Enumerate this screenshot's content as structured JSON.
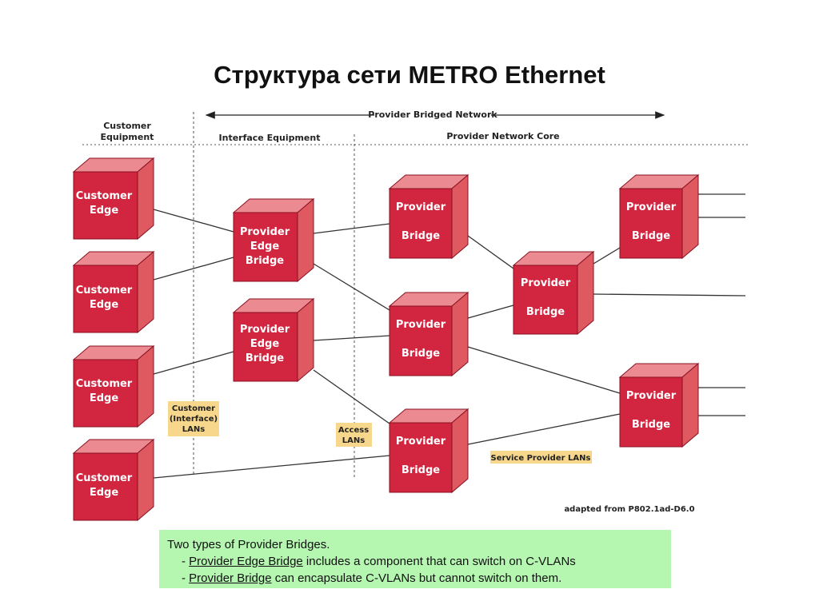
{
  "title": "Структура сети METRO Ethernet",
  "zones": {
    "customer_equipment": [
      "Customer",
      "Equipment"
    ],
    "interface_equipment": "Interface Equipment",
    "provider_bridged_network": "Provider Bridged Network",
    "provider_network_core": "Provider Network Core"
  },
  "nodes": {
    "customer_edge": [
      "Customer",
      "Edge"
    ],
    "provider_edge_bridge": [
      "Provider",
      "Edge",
      "Bridge"
    ],
    "provider_bridge": [
      "Provider",
      "Bridge"
    ]
  },
  "tags": {
    "customer_lans": [
      "Customer",
      "(Interface)",
      "LANs"
    ],
    "access_lans": [
      "Access",
      "LANs"
    ],
    "service_provider_lans": "Service Provider LANs"
  },
  "source_note": "adapted from P802.1ad-D6.0",
  "note": {
    "line1": "Two types of Provider Bridges.",
    "line2_prefix": "- ",
    "line2_term": "Provider Edge Bridge",
    "line2_rest": " includes a component that can switch on C-VLANs",
    "line3_prefix": "- ",
    "line3_term": "Provider Bridge",
    "line3_rest": " can encapsulate C-VLANs but cannot switch on them."
  },
  "colors": {
    "box_front": "#d2253f",
    "box_top": "#eb8b91",
    "box_side": "#df5961",
    "tag_bg": "#f7d78c",
    "note_bg": "#b5f7b1"
  }
}
